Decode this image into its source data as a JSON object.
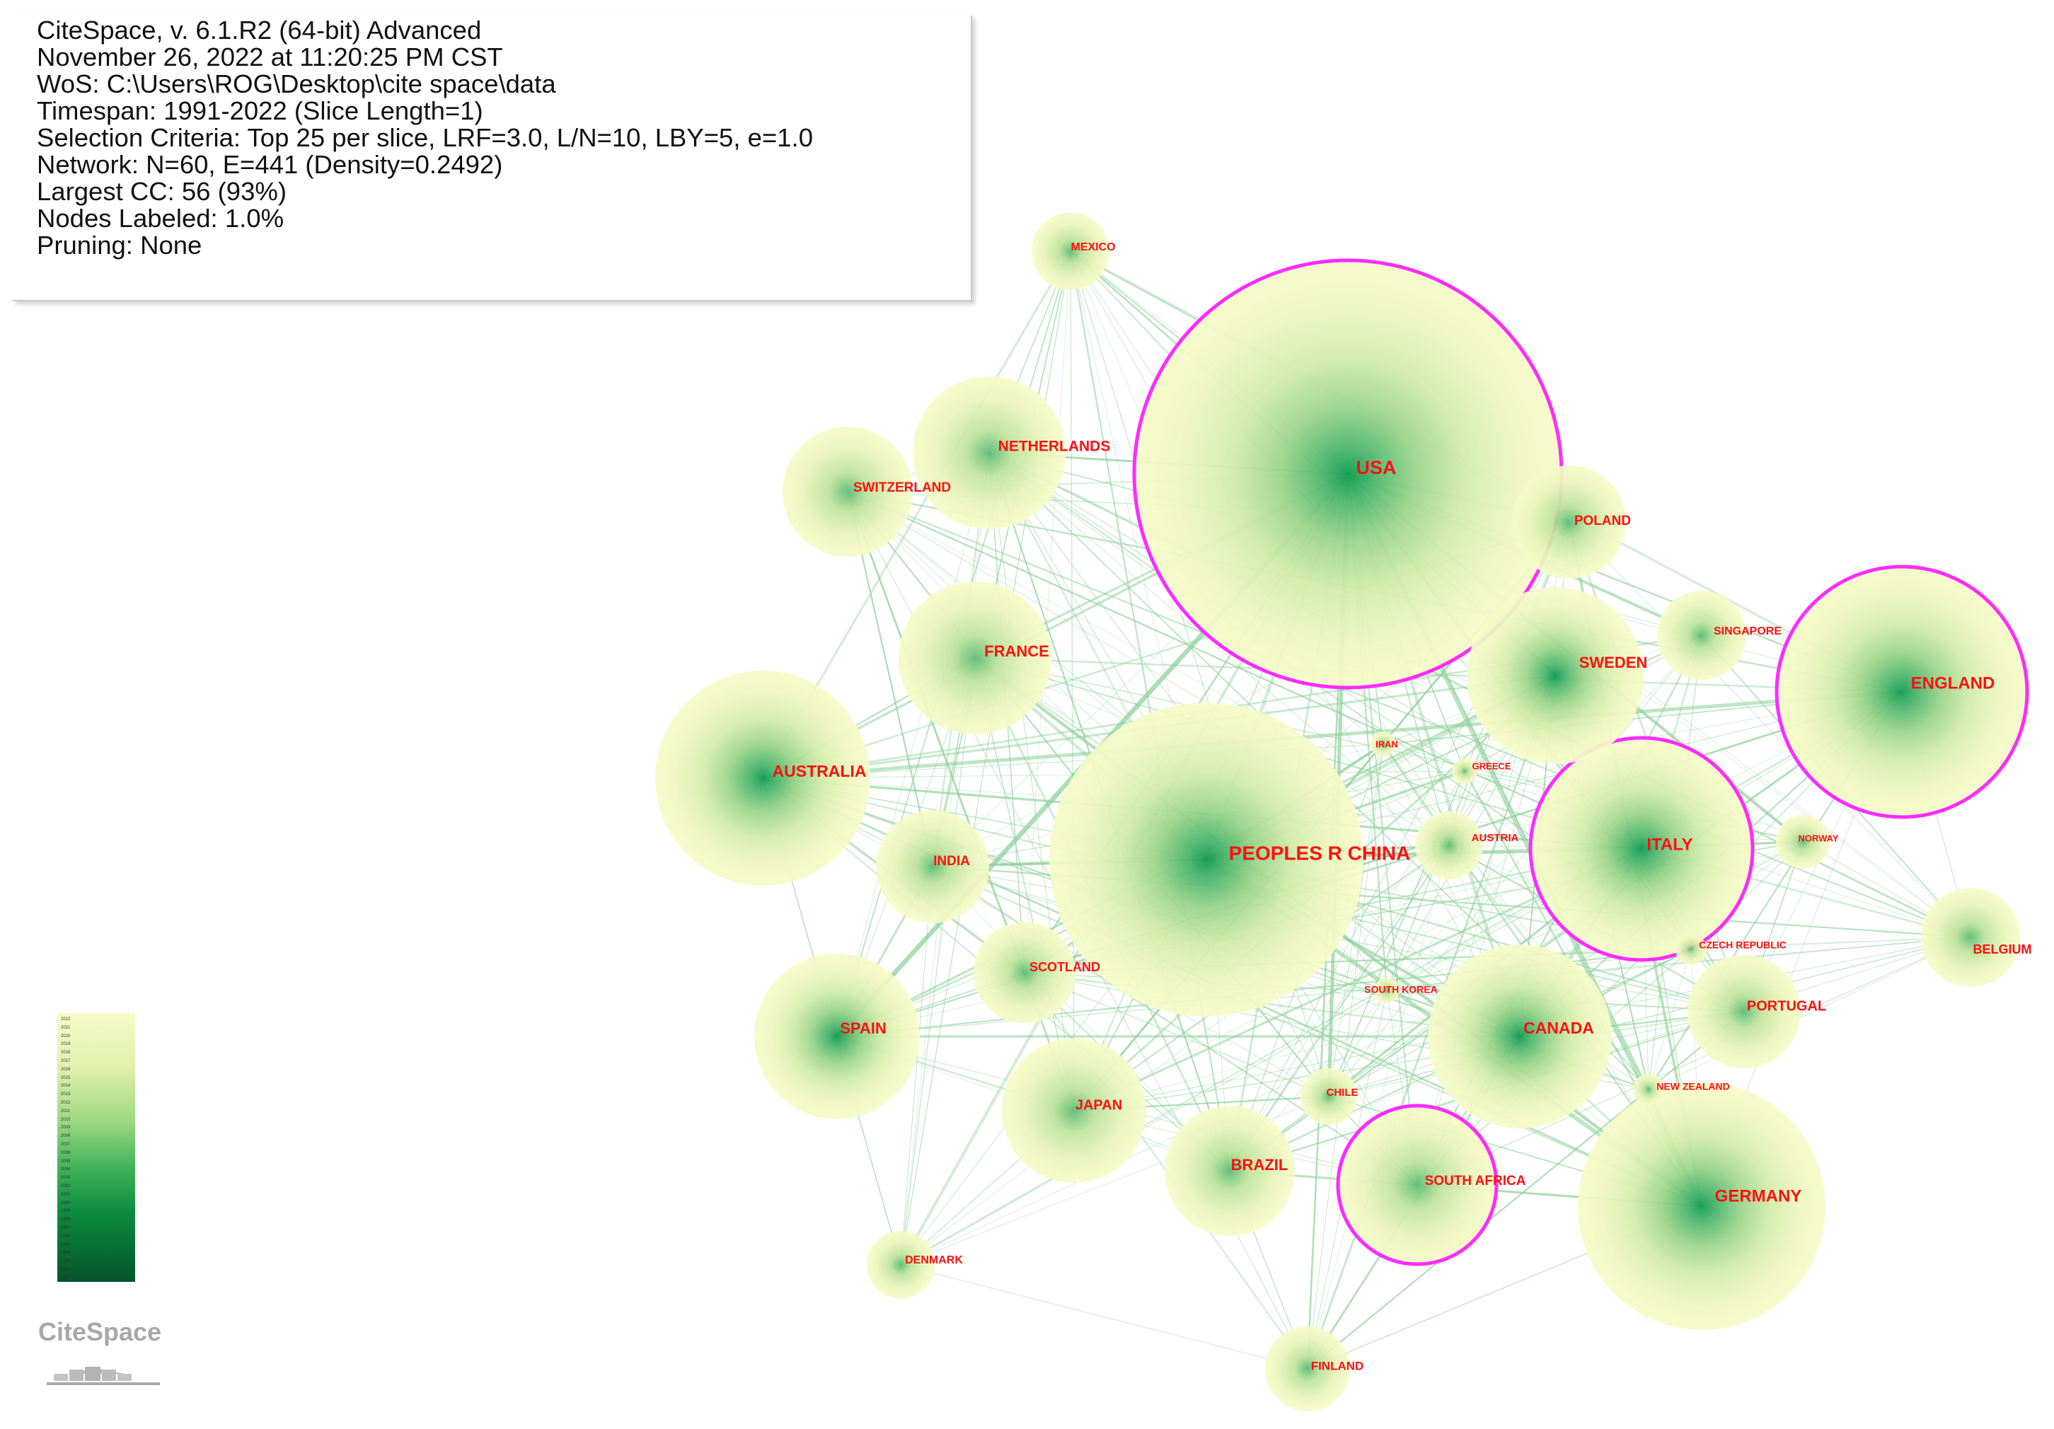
{
  "info": {
    "lines": [
      "CiteSpace, v. 6.1.R2 (64-bit) Advanced",
      "November 26, 2022 at 11:20:25 PM CST",
      "WoS: C:\\Users\\ROG\\Desktop\\cite space\\data",
      "Timespan: 1991-2022 (Slice Length=1)",
      "Selection Criteria: Top 25 per slice, LRF=3.0, L/N=10, LBY=5, e=1.0",
      "Network: N=60, E=441 (Density=0.2492)",
      "Largest CC: 56 (93%)",
      "Nodes Labeled: 1.0%",
      "Pruning: None"
    ]
  },
  "logo": {
    "text": "CiteSpace"
  },
  "colors": {
    "node_outer": "#f6fbc8",
    "node_inner": "#0e9a50",
    "edge": "#8fd19b",
    "ring": "#ff2bff",
    "label": "#ff1010"
  },
  "legend": {
    "ticks": [
      "2022",
      "2021",
      "2020",
      "2019",
      "2018",
      "2017",
      "2016",
      "2015",
      "2014",
      "2013",
      "2012",
      "2011",
      "2010",
      "2009",
      "2008",
      "2007",
      "2006",
      "2005",
      "2004",
      "2003",
      "2002",
      "2001",
      "2000",
      "1999",
      "1998",
      "1997",
      "1996",
      "1995",
      "1994",
      "1993",
      "1992",
      "1991"
    ]
  },
  "nodes": [
    {
      "name": "USA",
      "burst": true
    },
    {
      "name": "PEOPLES R CHINA",
      "burst": false
    },
    {
      "name": "AUSTRALIA",
      "burst": false
    },
    {
      "name": "GERMANY",
      "burst": false
    },
    {
      "name": "ENGLAND",
      "burst": true
    },
    {
      "name": "ITALY",
      "burst": true
    },
    {
      "name": "CANADA",
      "burst": false
    },
    {
      "name": "SWEDEN",
      "burst": false
    },
    {
      "name": "SPAIN",
      "burst": false
    },
    {
      "name": "NETHERLANDS",
      "burst": false
    },
    {
      "name": "FRANCE",
      "burst": false
    },
    {
      "name": "SWITZERLAND",
      "burst": false
    },
    {
      "name": "BRAZIL",
      "burst": false
    },
    {
      "name": "JAPAN",
      "burst": false
    },
    {
      "name": "SOUTH AFRICA",
      "burst": true
    },
    {
      "name": "POLAND",
      "burst": false
    },
    {
      "name": "PORTUGAL",
      "burst": false
    },
    {
      "name": "SCOTLAND",
      "burst": false
    },
    {
      "name": "INDIA",
      "burst": false
    },
    {
      "name": "BELGIUM",
      "burst": false
    },
    {
      "name": "SINGAPORE",
      "burst": false
    },
    {
      "name": "AUSTRIA",
      "burst": false
    },
    {
      "name": "FINLAND",
      "burst": false
    },
    {
      "name": "MEXICO",
      "burst": false
    },
    {
      "name": "DENMARK",
      "burst": false
    },
    {
      "name": "NORWAY",
      "burst": false
    },
    {
      "name": "CHILE",
      "burst": false
    },
    {
      "name": "CZECH REPUBLIC",
      "burst": false
    },
    {
      "name": "NEW ZEALAND",
      "burst": false
    },
    {
      "name": "SOUTH KOREA",
      "burst": false
    },
    {
      "name": "GREECE",
      "burst": false
    },
    {
      "name": "IRAN",
      "burst": false
    }
  ]
}
